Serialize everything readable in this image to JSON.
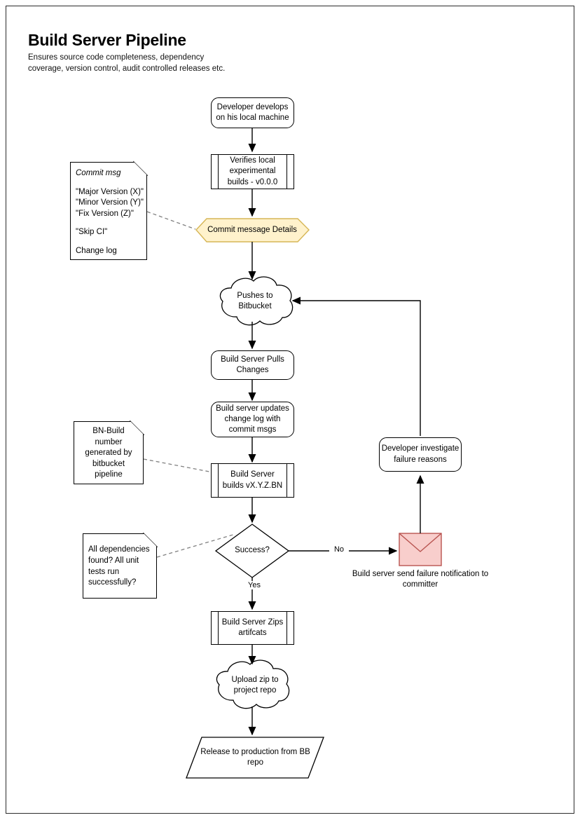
{
  "page": {
    "title": "Build Server Pipeline",
    "subtitle": "Ensures source code completeness, dependency coverage, version control, audit controlled releases etc."
  },
  "theme": {
    "hexagon_fill": "#fff2cc",
    "hexagon_stroke": "#d6b656",
    "envelope_fill": "#f8cecc",
    "envelope_stroke": "#b85450",
    "node_stroke": "#000000",
    "connector": "#000000",
    "dashed_connector": "#666666",
    "page_border": "#2b2b2b",
    "background": "#ffffff"
  },
  "nodes": {
    "developer_develops": {
      "label": "Developer develops on his local machine",
      "shape": "rounded-rectangle"
    },
    "verifies_local": {
      "label": "Verifies local experimental builds - v0.0.0",
      "shape": "predefined-process"
    },
    "commit_message_details": {
      "label": "Commit message Details",
      "shape": "hexagon"
    },
    "pushes_to_bitbucket": {
      "label": "Pushes to Bitbucket",
      "shape": "cloud"
    },
    "build_server_pulls": {
      "label": "Build Server Pulls Changes",
      "shape": "rounded-rectangle"
    },
    "build_server_updates": {
      "label": "Build server updates change log with commit msgs",
      "shape": "rounded-rectangle"
    },
    "build_server_builds": {
      "label": "Build Server builds vX.Y.Z.BN",
      "shape": "predefined-process"
    },
    "success_decision": {
      "label": "Success?",
      "shape": "diamond"
    },
    "developer_investigate": {
      "label": "Developer investigate failure reasons",
      "shape": "rounded-rectangle"
    },
    "failure_notification": {
      "shape": "envelope",
      "caption": "Build server send failure notification to committer"
    },
    "build_server_zips": {
      "label": "Build Server Zips artifcats",
      "shape": "predefined-process"
    },
    "upload_zip": {
      "label": "Upload zip to project repo",
      "shape": "cloud"
    },
    "release_to_production": {
      "label": "Release to production from BB repo",
      "shape": "parallelogram"
    }
  },
  "notes": {
    "commit_msg": {
      "title": "Commit msg",
      "lines": [
        "\"Major Version (X)\"",
        "\"Minor Version (Y)\"",
        "\"Fix Version (Z)\""
      ],
      "line2": "\"Skip CI\"",
      "line3": "Change log"
    },
    "bn_build": {
      "text": "BN-Build number generated by bitbucket pipeline"
    },
    "dependencies": {
      "text": "All dependencies found? All unit tests run successfully?"
    }
  },
  "edges": {
    "yes_label": "Yes",
    "no_label": "No"
  }
}
